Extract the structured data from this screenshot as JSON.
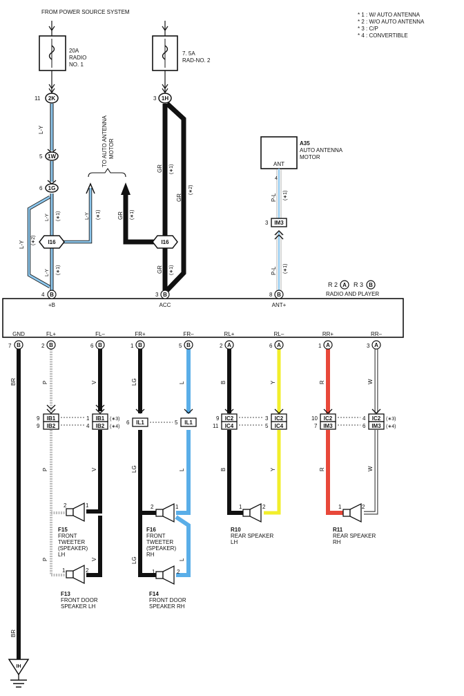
{
  "header": {
    "source": "FROM POWER SOURCE SYSTEM"
  },
  "notes": [
    "* 1 : W/ AUTO ANTENNA",
    "* 2 : W/O AUTO ANTENNA",
    "* 3 : C/P",
    "* 4 : CONVERTIBLE"
  ],
  "colors": {
    "wire_black": "#111111",
    "wire_blue": "#5aaee8",
    "wire_yellow": "#f2ee2a",
    "wire_red": "#e8483a",
    "wire_white_outline": "#444444",
    "wire_pink_dotted": "#aaaaaa",
    "wire_light_blue": "#8ec8ee"
  },
  "fuses": {
    "radio1": {
      "line1": "20A",
      "line2": "RADIO",
      "line3": "NO. 1"
    },
    "rad2": {
      "line1": "7. 5A",
      "line2": "RAD-NO. 2"
    }
  },
  "connectors": {
    "c2K": "2K",
    "c1W": "1W",
    "c1G": "1G",
    "c1H": "1H",
    "i16": "I16",
    "im3": "IM3",
    "ib1": "IB1",
    "ib2": "IB2",
    "il1": "IL1",
    "ic2": "IC2",
    "ic4": "IC4",
    "ih": "IH"
  },
  "pins": {
    "p11": "11",
    "p5": "5",
    "p6": "6",
    "p3": "3",
    "p4": "4",
    "p8": "8",
    "p7": "7",
    "p2": "2",
    "p1": "1",
    "p9": "9",
    "p10": "10",
    "B": "B",
    "A": "A"
  },
  "wire_labels": {
    "LY": "L-Y",
    "GR": "GR",
    "PL": "P-L",
    "BR": "BR",
    "P": "P",
    "V": "V",
    "LG": "LG",
    "L": "L",
    "B": "B",
    "Y": "Y",
    "R": "R",
    "W": "W"
  },
  "marks": {
    "s1": "(∗1)",
    "s2": "(∗2)",
    "s3": "(∗3)",
    "s4": "(∗4)"
  },
  "antenna_motor": {
    "label": "TO AUTO ANTENNA MOTOR"
  },
  "a35": {
    "id": "A35",
    "line1": "AUTO ANTENNA",
    "line2": "MOTOR",
    "terminal": "ANT"
  },
  "radio": {
    "id_r2": "R 2",
    "id_r3": "R 3",
    "name": "RADIO AND PLAYER",
    "top_terms": [
      "+B",
      "ACC",
      "ANT+"
    ],
    "bottom_terms": [
      "GND",
      "FL+",
      "FL–",
      "FR+",
      "FR–",
      "RL+",
      "RL–",
      "RR+",
      "RR–"
    ]
  },
  "speakers": {
    "f15": {
      "id": "F15",
      "lines": [
        "FRONT",
        "TWEETER",
        "(SPEAKER)",
        "LH"
      ]
    },
    "f16": {
      "id": "F16",
      "lines": [
        "FRONT",
        "TWEETER",
        "(SPEAKER)",
        "RH"
      ]
    },
    "f13": {
      "id": "F13",
      "lines": [
        "FRONT DOOR",
        "SPEAKER LH"
      ]
    },
    "f14": {
      "id": "F14",
      "lines": [
        "FRONT DOOR",
        "SPEAKER RH"
      ]
    },
    "r10": {
      "id": "R10",
      "lines": [
        "REAR SPEAKER",
        "LH"
      ]
    },
    "r11": {
      "id": "R11",
      "lines": [
        "REAR SPEAKER",
        "RH"
      ]
    }
  }
}
